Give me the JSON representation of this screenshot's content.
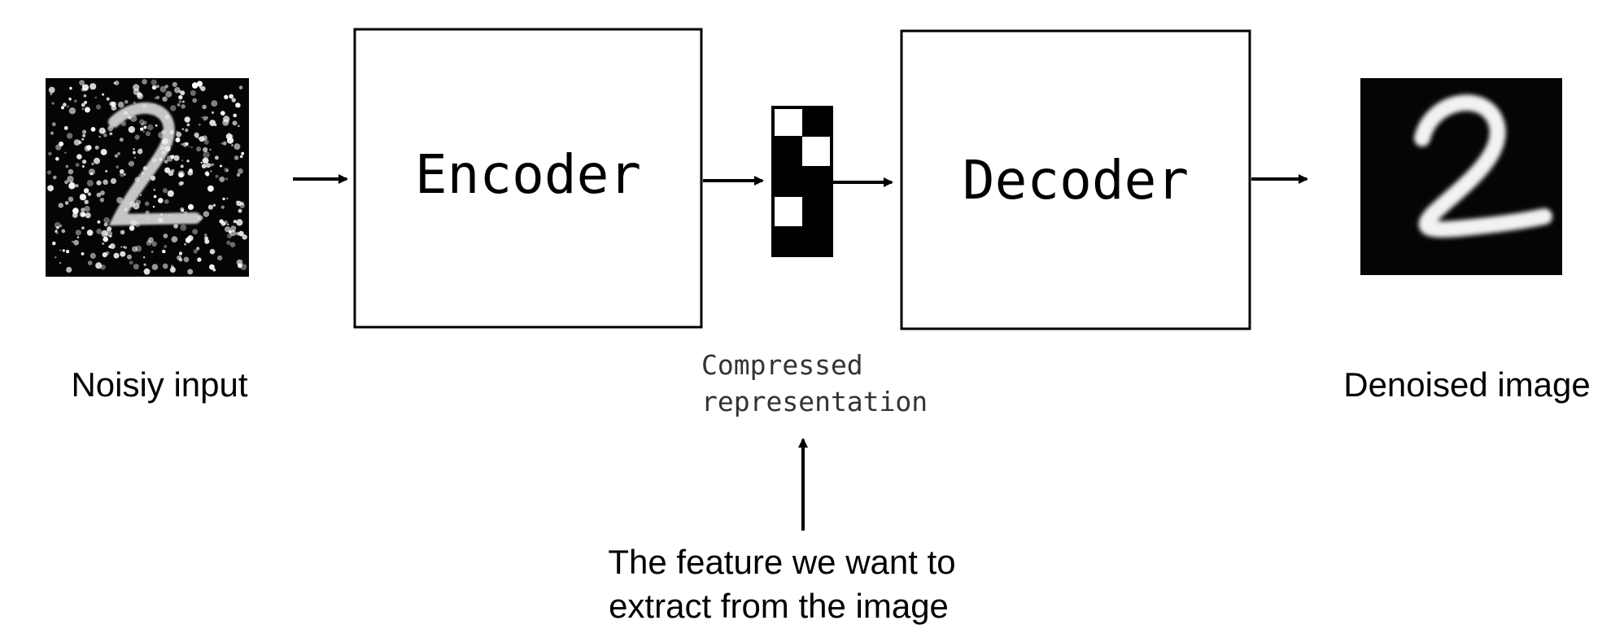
{
  "diagram": {
    "input_label": "Noisiy input",
    "encoder_label": "Encoder",
    "compressed_label_line1": "Compressed",
    "compressed_label_line2": "representation",
    "decoder_label": "Decoder",
    "output_label": "Denoised image",
    "annotation_line1": "The feature we want to",
    "annotation_line2": "extract from the image"
  }
}
